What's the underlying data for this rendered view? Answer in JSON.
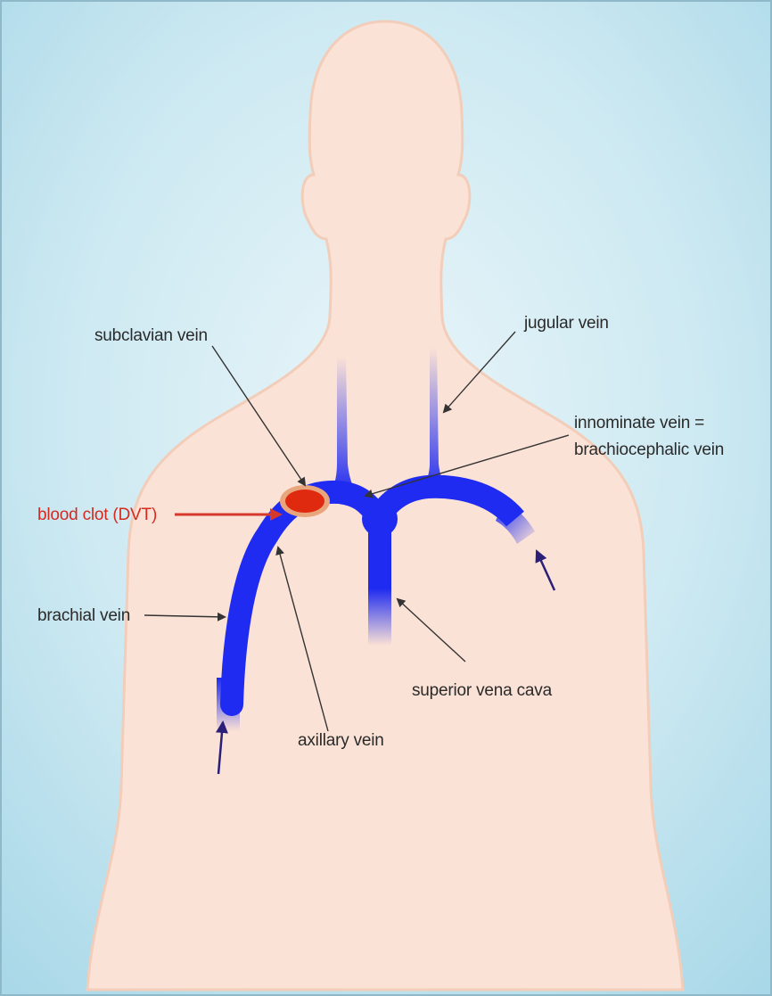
{
  "colors": {
    "background": "#bfe3ef",
    "skin": "#fbe2d6",
    "skin_edge": "#f2cdb9",
    "vein": "#1f2bf0",
    "clot": "#e02a10",
    "clot_rim": "#e9a57c",
    "pointer": "#333333",
    "alert_pointer": "#d63a2c",
    "flow_arrow": "#2b1f78"
  },
  "labels": {
    "subclavian": "subclavian vein",
    "jugular": "jugular vein",
    "innominate_line1": "innominate vein =",
    "innominate_line2": "brachiocephalic vein",
    "clot": "blood clot (DVT)",
    "brachial": "brachial vein",
    "axillary": "axillary vein",
    "svc": "superior vena cava"
  }
}
